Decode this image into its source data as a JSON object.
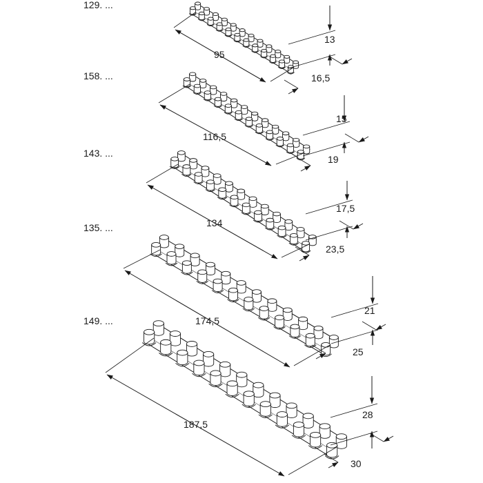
{
  "rows": [
    {
      "code": "129. ...",
      "length": "95",
      "height": "13",
      "width": "16,5"
    },
    {
      "code": "158. ...",
      "length": "116,5",
      "height": "15",
      "width": "19"
    },
    {
      "code": "143. ...",
      "length": "134",
      "height": "17,5",
      "width": "23,5"
    },
    {
      "code": "135. ...",
      "length": "174,5",
      "height": "21",
      "width": "25"
    },
    {
      "code": "149. ...",
      "length": "187,5",
      "height": "28",
      "width": "30"
    }
  ],
  "colors": {
    "line": "#1a1a1a",
    "paper": "#ffffff"
  },
  "icons": [
    "terminal-block-strip-icon",
    "dimension-arrow-icon"
  ]
}
